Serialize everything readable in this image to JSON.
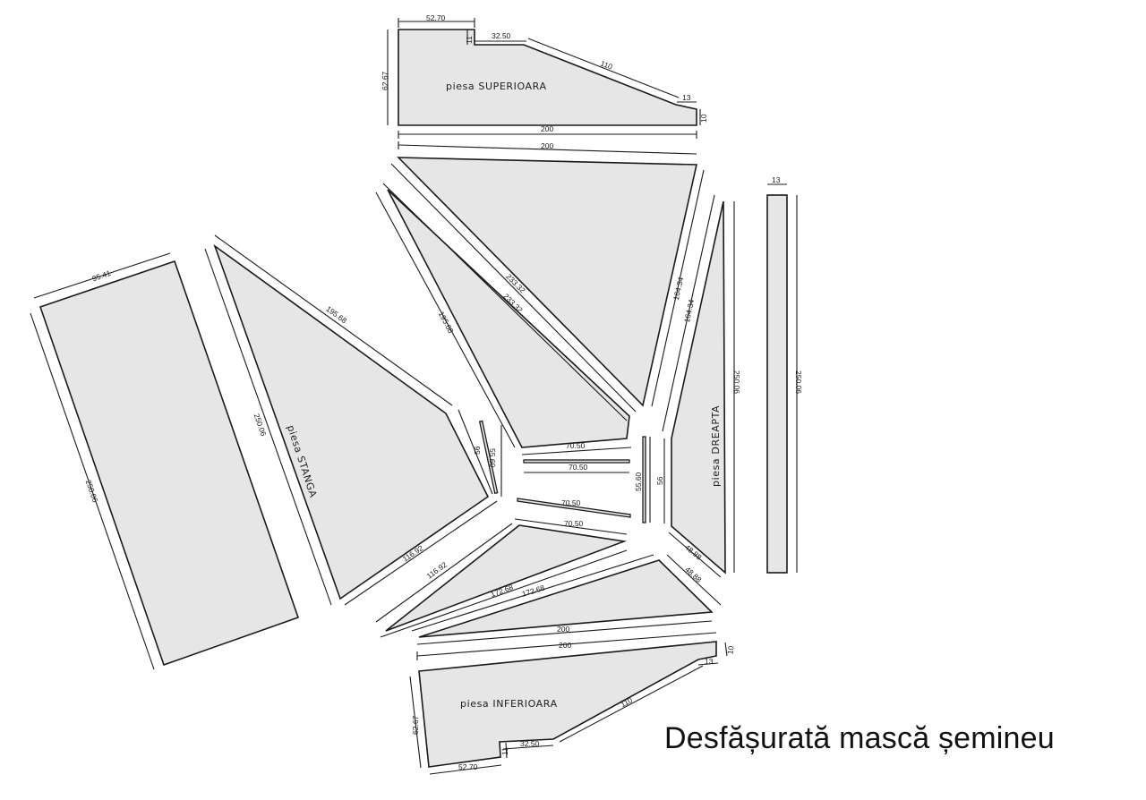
{
  "title": "Desfășurată mască șemineu",
  "pieces": {
    "top": "piesa SUPERIOARA",
    "left": "piesa STANGA",
    "right": "piesa DREAPTA",
    "bottom": "piesa INFERIOARA"
  },
  "dimensions": {
    "d52_70": "52.70",
    "d32_50": "32.50",
    "d11": "11",
    "d110": "110",
    "d13": "13",
    "d10": "10",
    "d200": "200",
    "d62_67": "62.67",
    "d95_41": "95.41",
    "d250_06": "250.06",
    "d195_68": "195.68",
    "d233_32": "233.32",
    "d164_34": "164.34",
    "d56": "56",
    "d55_60": "55.60",
    "d70_50": "70.50",
    "d116_92": "116.92",
    "d172_68": "172.68",
    "d48_88": "48.88"
  },
  "colors": {
    "panel": "#e6e6e6",
    "line": "#1a1a1a",
    "background": "#ffffff"
  }
}
